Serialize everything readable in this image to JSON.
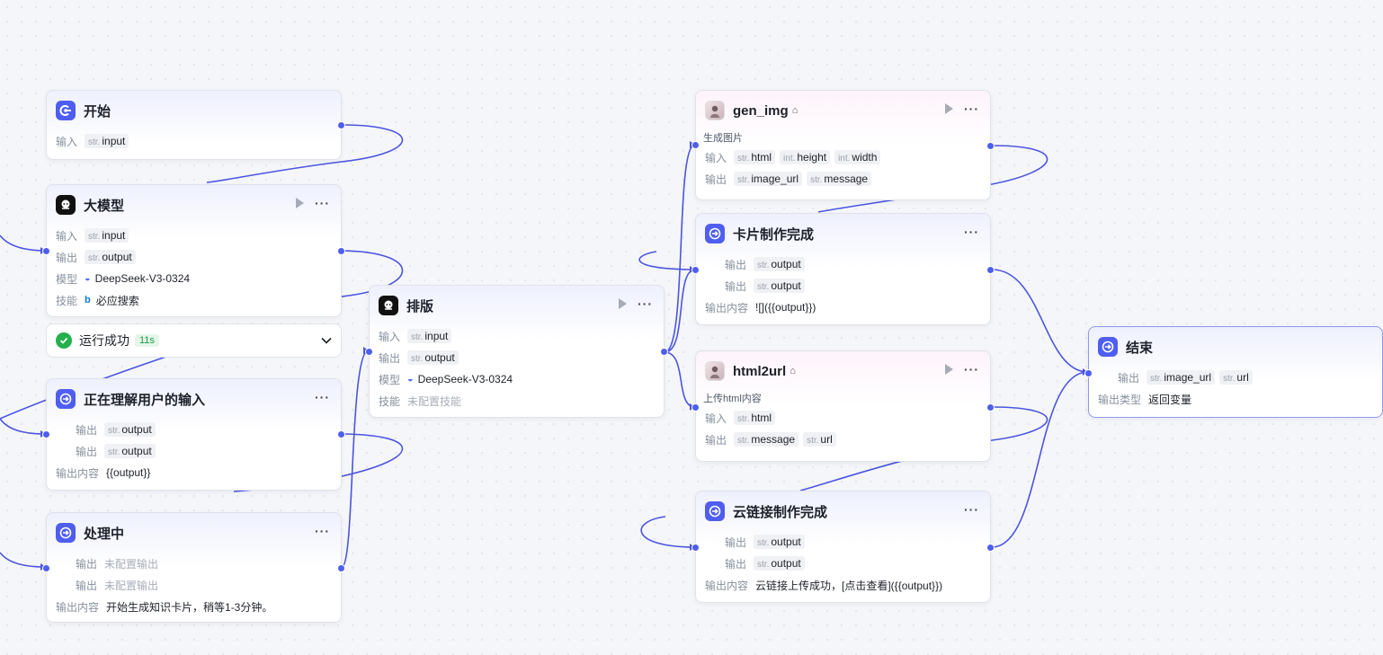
{
  "nodes": {
    "start": {
      "title": "开始",
      "in_label": "输入",
      "in_tags": [
        {
          "t": "str.",
          "n": "input"
        }
      ]
    },
    "llm": {
      "title": "大模型",
      "in_label": "输入",
      "in_tags": [
        {
          "t": "str.",
          "n": "input"
        }
      ],
      "out_label": "输出",
      "out_tags": [
        {
          "t": "str.",
          "n": "output"
        }
      ],
      "model_label": "模型",
      "model": "DeepSeek-V3-0324",
      "skill_label": "技能",
      "skill": "必应搜索"
    },
    "status": {
      "text": "运行成功",
      "time": "11s"
    },
    "understanding": {
      "title": "正在理解用户的输入",
      "out1_label": "输出",
      "out1_tag": {
        "t": "str.",
        "n": "output"
      },
      "out2_label": "输出",
      "out2_tag": {
        "t": "str.",
        "n": "output"
      },
      "content_label": "输出内容",
      "content": "{{output}}"
    },
    "processing": {
      "title": "处理中",
      "out1_label": "输出",
      "out1_val": "未配置输出",
      "out2_label": "输出",
      "out2_val": "未配置输出",
      "content_label": "输出内容",
      "content": "开始生成知识卡片，稍等1-3分钟。"
    },
    "layout": {
      "title": "排版",
      "in_label": "输入",
      "in_tag": {
        "t": "str.",
        "n": "input"
      },
      "out_label": "输出",
      "out_tag": {
        "t": "str.",
        "n": "output"
      },
      "model_label": "模型",
      "model": "DeepSeek-V3-0324",
      "skill_label": "技能",
      "skill": "未配置技能"
    },
    "gen_img": {
      "title": "gen_img",
      "desc": "生成图片",
      "in_label": "输入",
      "in_tags": [
        {
          "t": "str.",
          "n": "html"
        },
        {
          "t": "int.",
          "n": "height"
        },
        {
          "t": "int.",
          "n": "width"
        }
      ],
      "out_label": "输出",
      "out_tags": [
        {
          "t": "str.",
          "n": "image_url"
        },
        {
          "t": "str.",
          "n": "message"
        }
      ]
    },
    "card_done": {
      "title": "卡片制作完成",
      "out1_label": "输出",
      "out1_tag": {
        "t": "str.",
        "n": "output"
      },
      "out2_label": "输出",
      "out2_tag": {
        "t": "str.",
        "n": "output"
      },
      "content_label": "输出内容",
      "content": "![]({{output}})"
    },
    "html2url": {
      "title": "html2url",
      "desc": "上传html内容",
      "in_label": "输入",
      "in_tags": [
        {
          "t": "str.",
          "n": "html"
        }
      ],
      "out_label": "输出",
      "out_tags": [
        {
          "t": "str.",
          "n": "message"
        },
        {
          "t": "str.",
          "n": "url"
        }
      ]
    },
    "link_done": {
      "title": "云链接制作完成",
      "out1_label": "输出",
      "out1_tag": {
        "t": "str.",
        "n": "output"
      },
      "out2_label": "输出",
      "out2_tag": {
        "t": "str.",
        "n": "output"
      },
      "content_label": "输出内容",
      "content": "云链接上传成功，[点击查看]({{output}})"
    },
    "end": {
      "title": "结束",
      "out_label": "输出",
      "out_tags": [
        {
          "t": "str.",
          "n": "image_url"
        },
        {
          "t": "str.",
          "n": "url"
        }
      ],
      "type_label": "输出类型",
      "type": "返回变量"
    }
  },
  "colors": {
    "accent": "#4e5ef0",
    "success": "#22b14c",
    "edge": "#4b55e0"
  }
}
